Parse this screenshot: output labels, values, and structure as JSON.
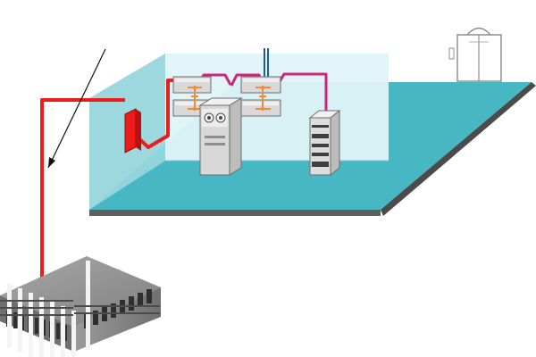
{
  "diagram": {
    "colors": {
      "background": "#ffffff",
      "floor_top": "#47b7c4",
      "floor_edge": "#555555",
      "room_back_wall": "#dff3f7",
      "room_side_wall": "#8fd2d9",
      "red_line": "#ee1b1b",
      "pink_line": "#d2247d",
      "blue_line": "#1f5a9e",
      "orange_connector": "#f08b3a",
      "server_gray": "#d8d8d8",
      "building_gray": "#8d8d8d",
      "building_shadow": "#2e2e2e"
    },
    "items": [
      {
        "name": "floor-platform",
        "icon": "isometric-floor"
      },
      {
        "name": "room-enclosure",
        "icon": "glass-room"
      },
      {
        "name": "red-outlet-box",
        "icon": "red-box"
      },
      {
        "name": "left-rack-unit",
        "icon": "rack"
      },
      {
        "name": "right-rack-unit",
        "icon": "rack"
      },
      {
        "name": "server-tower",
        "icon": "server"
      },
      {
        "name": "storage-tower",
        "icon": "storage"
      },
      {
        "name": "elevator-car",
        "icon": "elevator"
      },
      {
        "name": "office-building",
        "icon": "building"
      },
      {
        "name": "incoming-arrow",
        "icon": "arrow"
      }
    ]
  }
}
